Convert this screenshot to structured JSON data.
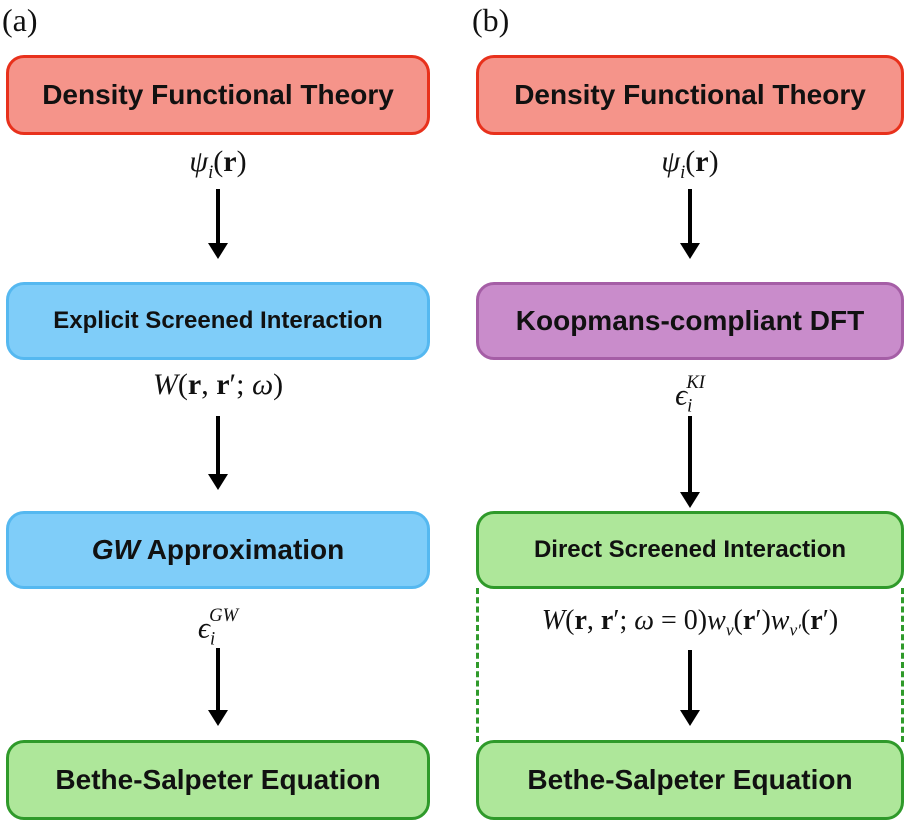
{
  "panel_a": {
    "label": "(a)",
    "box1": "Density Functional Theory",
    "edge1": "ψi(r)",
    "box2": "Explicit Screened Interaction",
    "edge2": "W(r, r′; ω)",
    "box3_italic": "GW",
    "box3_rest": " Approximation",
    "edge3": "ϵiGW",
    "box4": "Bethe-Salpeter Equation"
  },
  "panel_b": {
    "label": "(b)",
    "box1": "Density Functional Theory",
    "edge1": "ψi(r)",
    "box2": "Koopmans-compliant DFT",
    "edge2": "ϵiKI",
    "box3": "Direct Screened Interaction",
    "edge3": "W(r, r′; ω = 0)wv(r′)wv′(r′)",
    "box4": "Bethe-Salpeter Equation"
  },
  "colors": {
    "dft_fill": "#f5948a",
    "dft_border": "#e8311c",
    "screened_fill": "#7fcdf9",
    "screened_border": "#55b8f0",
    "koopmans_fill": "#c98ccb",
    "koopmans_border": "#a55ea6",
    "bse_fill": "#aee79a",
    "bse_border": "#2f9a2a"
  }
}
